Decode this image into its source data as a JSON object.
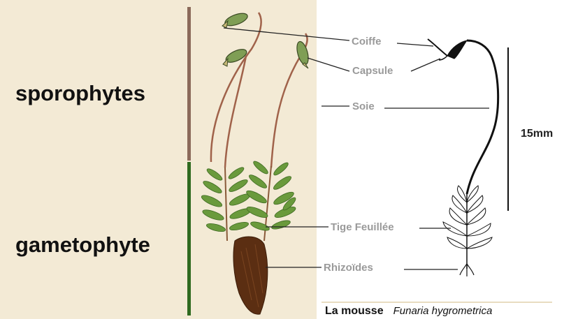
{
  "phases": {
    "sporophytes": "sporophytes",
    "gametophyte": "gametophyte"
  },
  "parts": {
    "coiffe": "Coiffe",
    "capsule": "Capsule",
    "soie": "Soie",
    "tige": "Tige Feuillée",
    "rhizoides": "Rhizoïdes"
  },
  "scale": "15mm",
  "caption": {
    "common_name": "La mousse",
    "scientific_name": "Funaria hygrometrica"
  },
  "colors": {
    "background_left": "#f3ead5",
    "sporophyte_bar": "#8b6a5a",
    "gametophyte_bar": "#2f6a1f",
    "leaf_green": "#6a9a3c",
    "seta": "#a0624a",
    "rhizoid_brown": "#5b2e12"
  }
}
